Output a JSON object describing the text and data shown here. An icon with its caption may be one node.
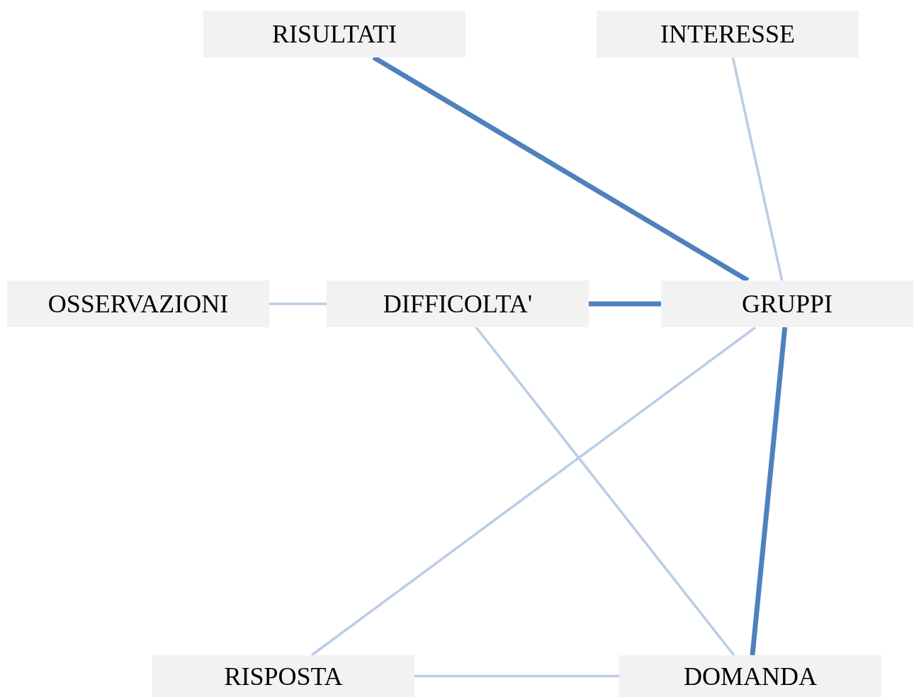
{
  "diagram": {
    "nodes": [
      {
        "text": [
          "RISULTATI"
        ]
      },
      {
        "text": [
          "INTERESSE"
        ]
      },
      {
        "text": [
          "OSSERVAZIONI"
        ]
      },
      {
        "text": [
          "DIFFICOLTA'"
        ]
      },
      {
        "text": [
          "GRUPPI"
        ]
      },
      {
        "text": [
          "RISPOSTA"
        ]
      },
      {
        "text": [
          "DOMANDA"
        ]
      }
    ],
    "edges": [
      {
        "from": 0,
        "to": 4,
        "arrow": "none",
        "style": "thick",
        "color": "#4f81bd"
      },
      {
        "from": 1,
        "to": 4,
        "arrow": "none"
      },
      {
        "from": 2,
        "to": 3,
        "arrow": "none"
      },
      {
        "from": 3,
        "to": 4,
        "arrow": "none",
        "style": "thick",
        "color": "#4f81bd"
      },
      {
        "from": 4,
        "to": 5,
        "arrow": "none"
      },
      {
        "from": 3,
        "to": 6,
        "arrow": "none"
      },
      {
        "from": 4,
        "to": 6,
        "arrow": "none",
        "style": "thick",
        "color": "#4f81bd"
      },
      {
        "from": 5,
        "to": 6,
        "arrow": "none"
      }
    ]
  }
}
